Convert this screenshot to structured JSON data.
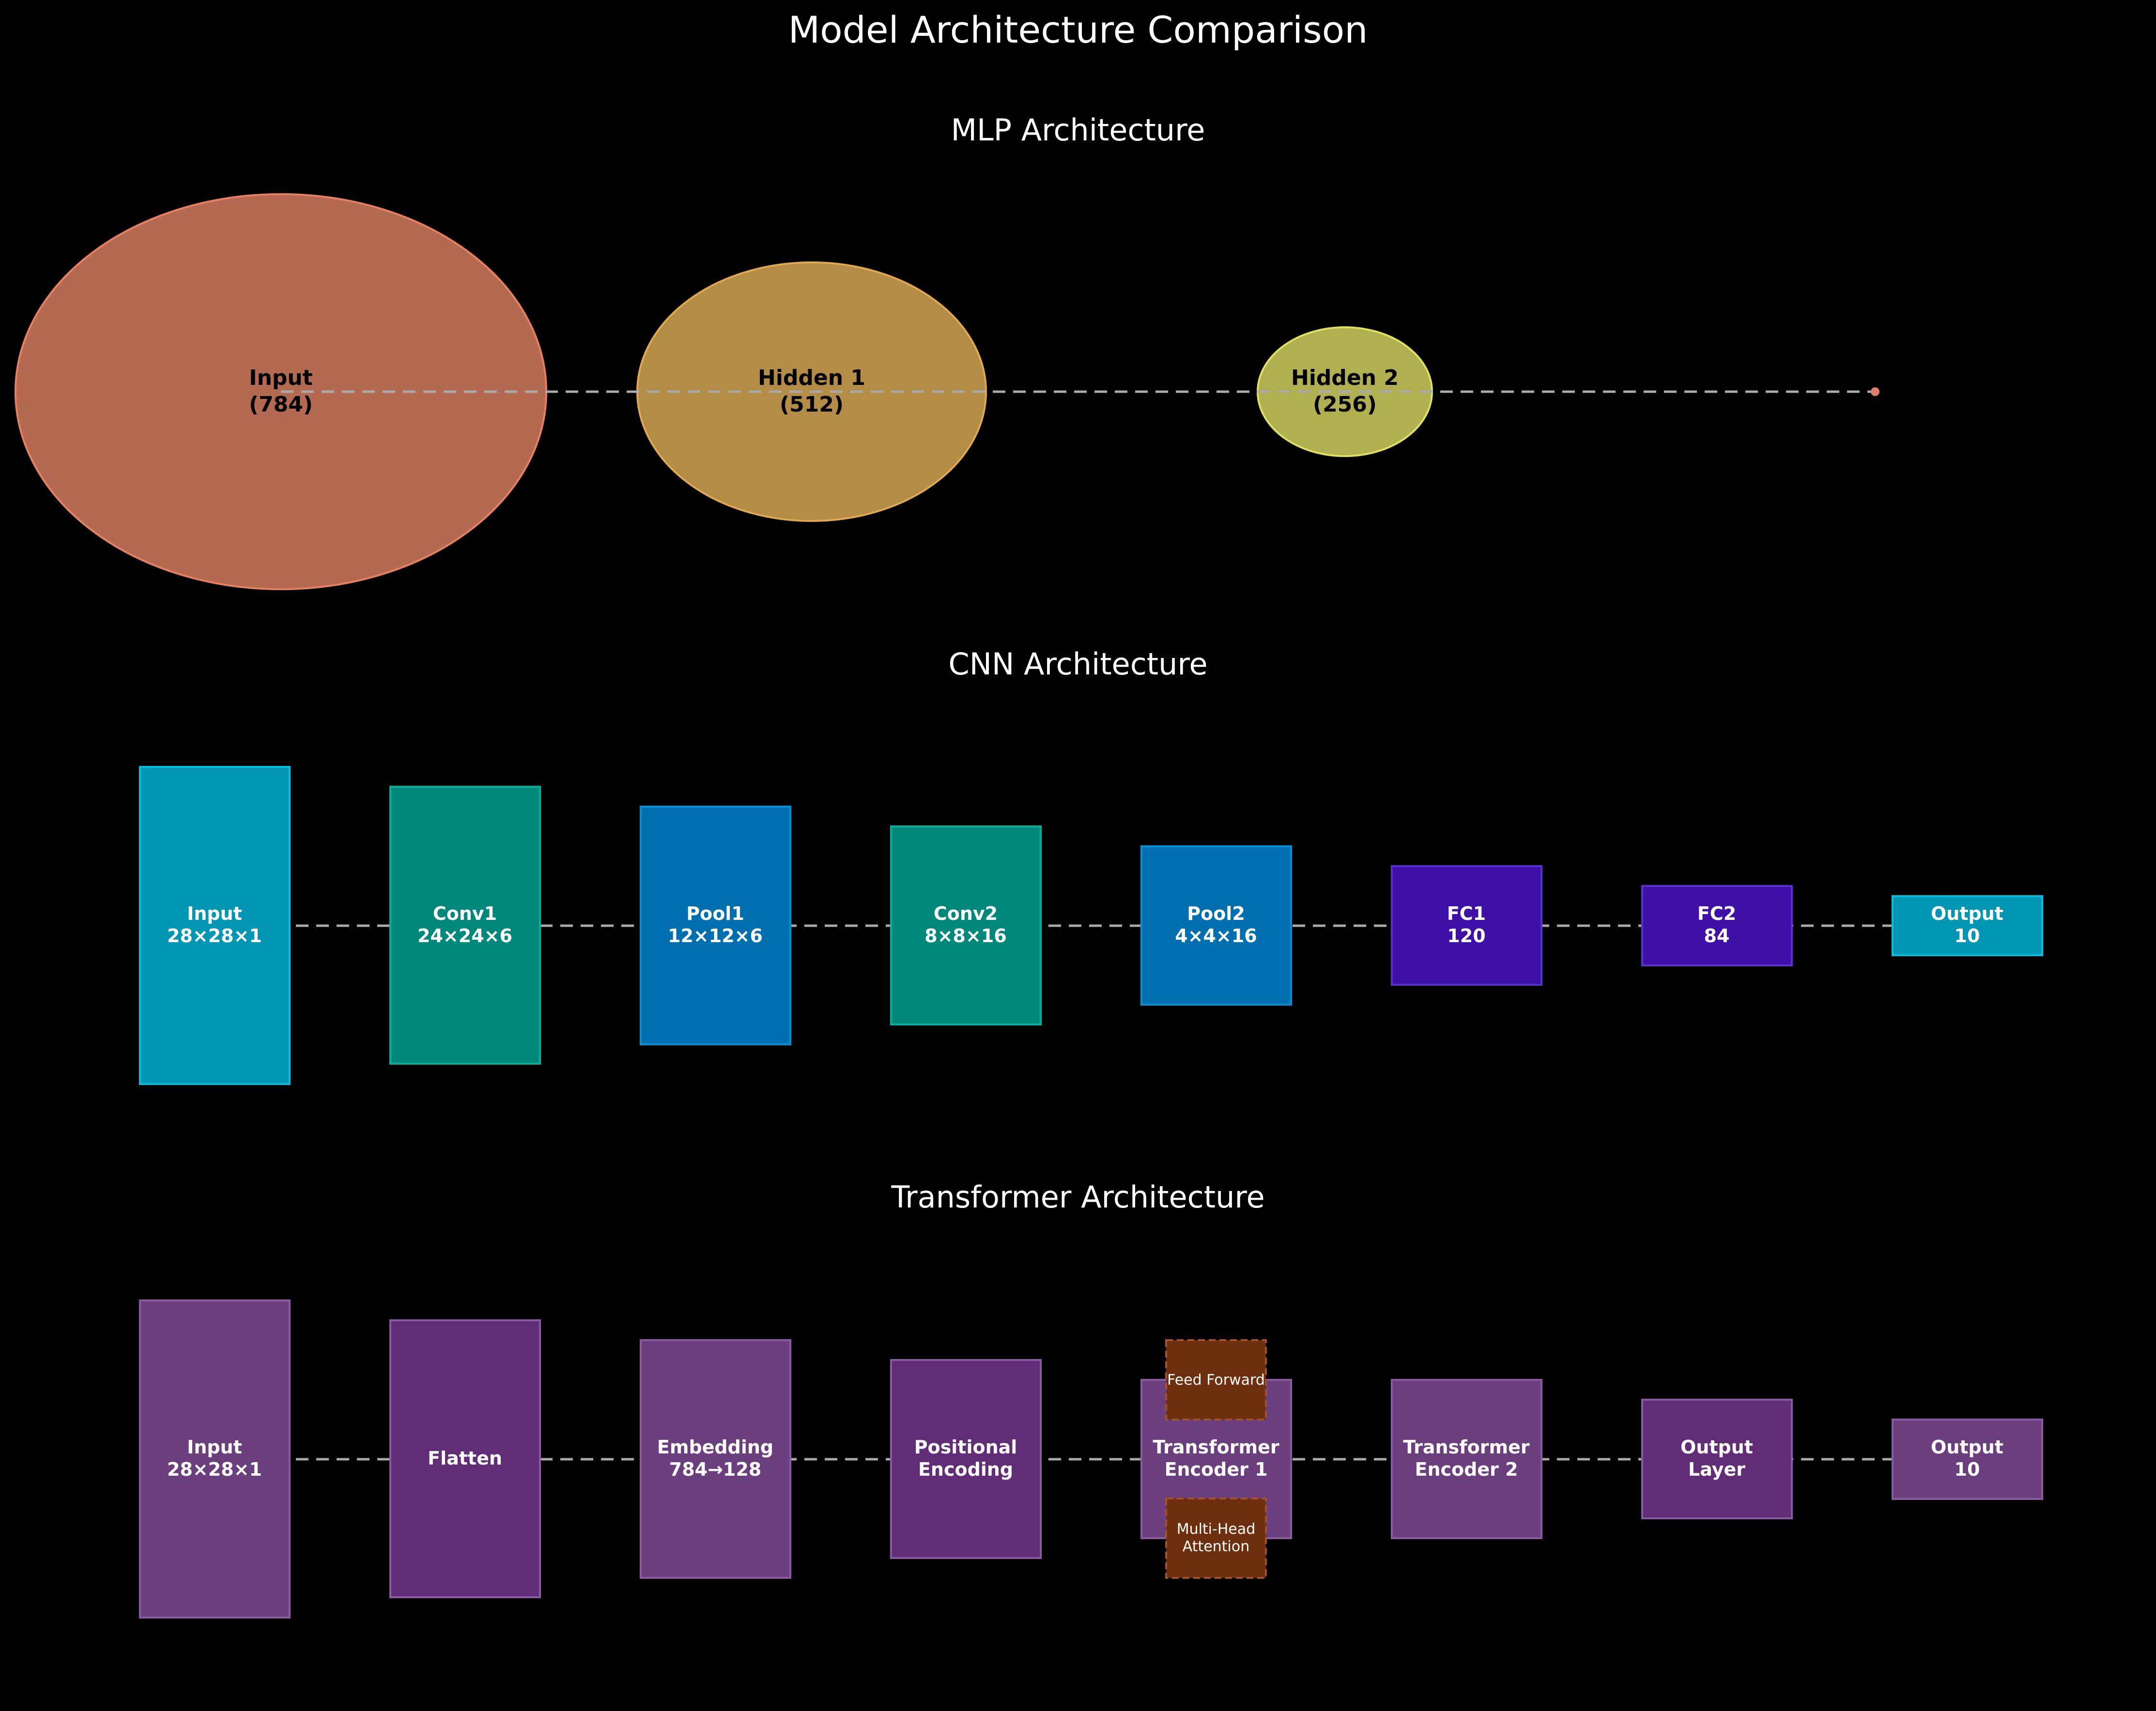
{
  "title": "Model Architecture Comparison",
  "mlp": {
    "title": "MLP Architecture",
    "colors": {
      "input": "#b36a50",
      "hidden1": "#b38c45",
      "hidden2": "#b0b050",
      "end_dot": "#e0806a"
    },
    "layers": [
      {
        "name": "Input",
        "size": "(784)"
      },
      {
        "name": "Hidden 1",
        "size": "(512)"
      },
      {
        "name": "Hidden 2",
        "size": "(256)"
      }
    ]
  },
  "cnn": {
    "title": "CNN Architecture",
    "colors": {
      "cyan": "#0096b4",
      "teal": "#00897b",
      "blue": "#006fb0",
      "indigo": "#3e10a8"
    },
    "layers": [
      {
        "line1": "Input",
        "line2": "28×28×1"
      },
      {
        "line1": "Conv1",
        "line2": "24×24×6"
      },
      {
        "line1": "Pool1",
        "line2": "12×12×6"
      },
      {
        "line1": "Conv2",
        "line2": "8×8×16"
      },
      {
        "line1": "Pool2",
        "line2": "4×4×16"
      },
      {
        "line1": "FC1",
        "line2": "120"
      },
      {
        "line1": "FC2",
        "line2": "84"
      },
      {
        "line1": "Output",
        "line2": "10"
      }
    ]
  },
  "transformer": {
    "title": "Transformer Architecture",
    "colors": {
      "purple_light": "#6b3f7e",
      "purple_dark": "#602d76",
      "sublayer": "#6e2f0e"
    },
    "layers": [
      {
        "line1": "Input",
        "line2": "28×28×1"
      },
      {
        "line1": "Flatten",
        "line2": ""
      },
      {
        "line1": "Embedding",
        "line2": "784→128"
      },
      {
        "line1": "Positional",
        "line2": "Encoding"
      },
      {
        "line1": "Transformer",
        "line2": "Encoder 1"
      },
      {
        "line1": "Transformer",
        "line2": "Encoder 2"
      },
      {
        "line1": "Output",
        "line2": "Layer"
      },
      {
        "line1": "Output",
        "line2": "10"
      }
    ],
    "sublayers": {
      "feed_forward": "Feed Forward",
      "attention_line1": "Multi-Head",
      "attention_line2": "Attention"
    }
  }
}
